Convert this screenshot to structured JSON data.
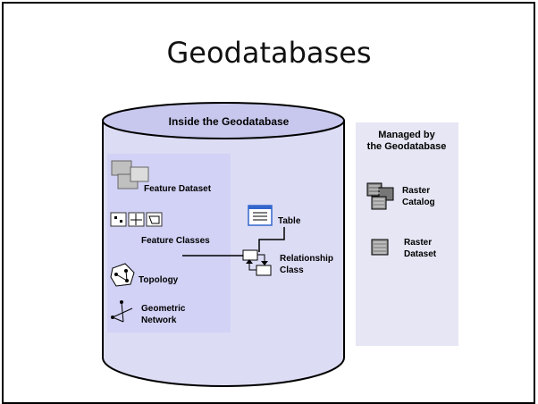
{
  "slide": {
    "title": "Geodatabases"
  },
  "cylinder": {
    "label": "Inside the Geodatabase"
  },
  "inside_items": {
    "feature_dataset": "Feature Dataset",
    "feature_classes": "Feature Classes",
    "topology": "Topology",
    "geometric_network": [
      "Geometric",
      "Network"
    ],
    "table": "Table",
    "relationship_class": [
      "Relationship",
      "Class"
    ]
  },
  "managed": {
    "heading": [
      "Managed by",
      "the Geodatabase"
    ],
    "raster_catalog": [
      "Raster",
      "Catalog"
    ],
    "raster_dataset": [
      "Raster",
      "Dataset"
    ]
  },
  "colors": {
    "cylinder_fill": "#dcdcf5",
    "cylinder_top": "#c8c8ee",
    "panel_fill": "#d2d2f6",
    "managed_fill": "#e6e6f4"
  }
}
